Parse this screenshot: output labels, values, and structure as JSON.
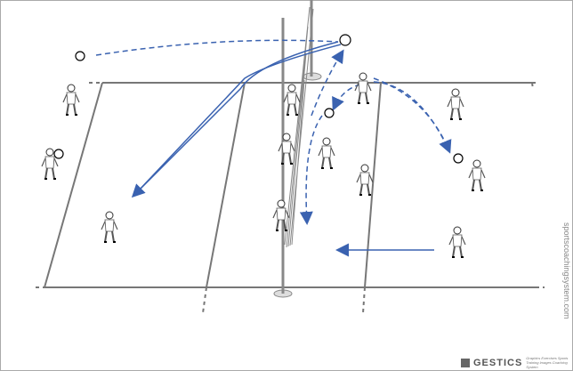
{
  "logo": {
    "name": "GESTICS",
    "tagline": "Graphics Exercises Sports Training Images Coaching System"
  },
  "watermark": "sportscoachingsystem.com",
  "colors": {
    "court_lines": "#777777",
    "arrows": "#3a62b0",
    "net": "#888888",
    "ball": "#000000"
  }
}
